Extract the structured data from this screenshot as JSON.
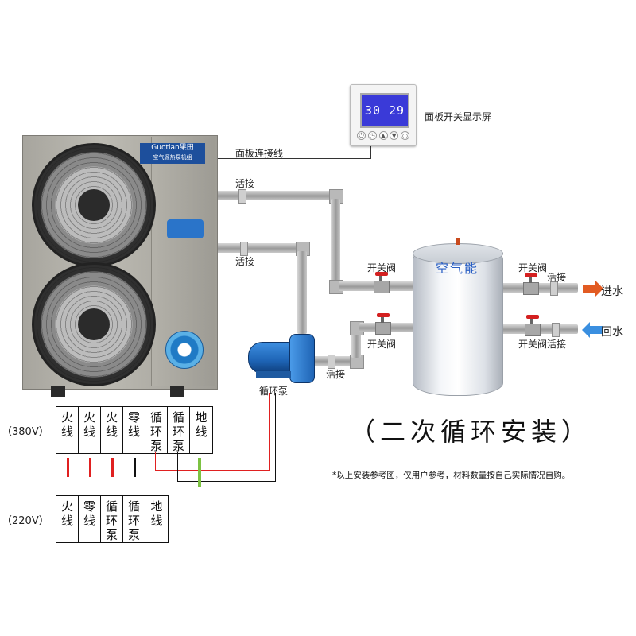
{
  "panel": {
    "screen_text": "30 29",
    "label": "面板开关显示屏"
  },
  "unit": {
    "brand": "Guotian果田",
    "subtitle": "空气源热泵机组"
  },
  "labels": {
    "panel_line": "面板连接线",
    "union_top": "活接",
    "union_mid": "活接",
    "pump": "循环泵",
    "union_pump": "活接",
    "valve_in_left": "开关阀",
    "valve_out_left": "开关阀",
    "valve_in_right": "开关阀",
    "union_in_right": "活接",
    "valve_out_right": "开关阀活接",
    "water_in": "进水",
    "water_return": "回水",
    "tank": "空气能"
  },
  "title": "（二次循环安装）",
  "note": "*以上安装参考图，仅用户参考，材料数量按自己实际情况自购。",
  "wiring": {
    "block_380": {
      "voltage": "（380V）",
      "cells": [
        {
          "l1": "火",
          "l2": "线"
        },
        {
          "l1": "火",
          "l2": "线"
        },
        {
          "l1": "火",
          "l2": "线"
        },
        {
          "l1": "零",
          "l2": "线"
        },
        {
          "l1": "循",
          "l2": "环",
          "l3": "泵"
        },
        {
          "l1": "循",
          "l2": "环",
          "l3": "泵"
        },
        {
          "l1": "地",
          "l2": "线"
        }
      ]
    },
    "block_220": {
      "voltage": "（220V）",
      "cells": [
        {
          "l1": "火",
          "l2": "线"
        },
        {
          "l1": "零",
          "l2": "线"
        },
        {
          "l1": "循",
          "l2": "环",
          "l3": "泵"
        },
        {
          "l1": "循",
          "l2": "环",
          "l3": "泵"
        },
        {
          "l1": "地",
          "l2": "线"
        }
      ]
    },
    "colors": {
      "live": "#e02020",
      "neutral": "#111111",
      "earth": "#7cc242",
      "pump": "#111111"
    }
  },
  "colors": {
    "water_in_arrow": "#e25b22",
    "water_return_arrow": "#3a8fe0",
    "tank_text": "#2a5fc4",
    "pump": "#1e64b5"
  }
}
